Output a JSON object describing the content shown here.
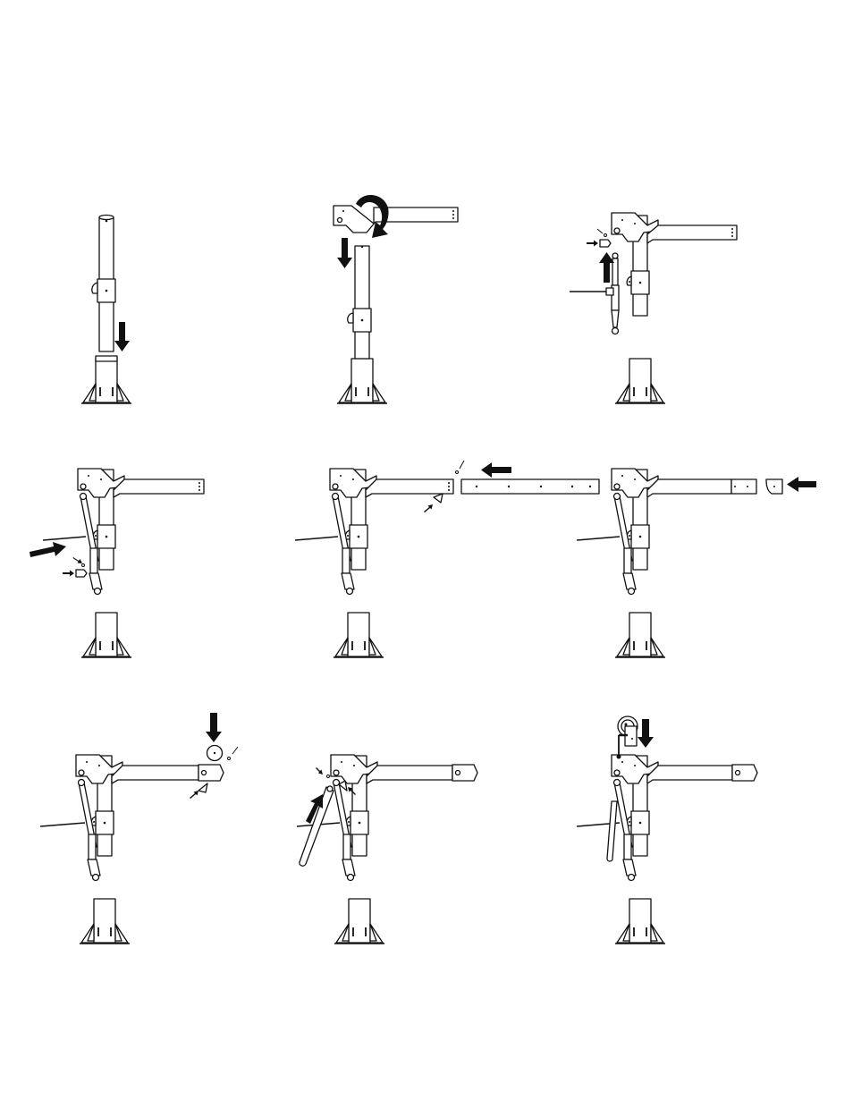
{
  "page": {
    "type": "assembly-instruction-diagram",
    "background": "#ffffff",
    "ink": "#111111"
  },
  "steps": [
    {
      "id": "step-1",
      "parts": [
        "mast-tube",
        "base-post"
      ],
      "arrow": "down-arrow"
    },
    {
      "id": "step-2",
      "parts": [
        "boom-arm"
      ],
      "arrows": [
        "rotate-arrow",
        "down-arrow"
      ]
    },
    {
      "id": "step-3",
      "parts": [
        "hydraulic-jack",
        "pin",
        "clip"
      ],
      "arrow": "up-arrow"
    },
    {
      "id": "step-4",
      "parts": [
        "hydraulic-jack",
        "pin",
        "clip"
      ],
      "arrow": "right-arrow"
    },
    {
      "id": "step-5",
      "parts": [
        "boom-extension",
        "pin",
        "clip"
      ],
      "arrow": "left-arrow"
    },
    {
      "id": "step-6",
      "parts": [
        "end-cap"
      ],
      "arrow": "left-arrow"
    },
    {
      "id": "step-7",
      "parts": [
        "pulley-wheel",
        "pin",
        "clip"
      ],
      "arrow": "down-arrow"
    },
    {
      "id": "step-8",
      "parts": [
        "jack-handle",
        "pin",
        "clip"
      ],
      "arrow": "up-right-arrow"
    },
    {
      "id": "step-9",
      "parts": [
        "hand-winch"
      ],
      "arrow": "down-arrow"
    }
  ]
}
